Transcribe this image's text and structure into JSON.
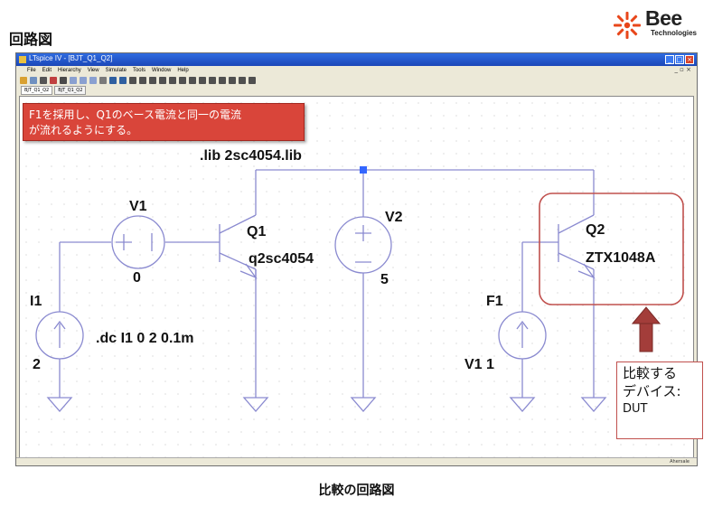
{
  "slide": {
    "title": "回路図",
    "caption": "比較の回路図"
  },
  "logo": {
    "word": "Bee",
    "sub": "Technologies",
    "accent_color": "#e8461a"
  },
  "window": {
    "title": "LTspice IV - [BJT_Q1_Q2]",
    "menu": [
      "File",
      "Edit",
      "Hierarchy",
      "View",
      "Simulate",
      "Tools",
      "Window",
      "Help"
    ],
    "tabs": [
      "BJT_Q1_Q2",
      "BJT_Q1_Q2"
    ],
    "status": "Ahersale"
  },
  "note": {
    "line1": "F1を採用し、Q1のベース電流と同一の電流",
    "line2": "が流れるようにする。"
  },
  "callout": {
    "line1": "比較する",
    "line2": "デバイス:",
    "line3": "DUT"
  },
  "schematic": {
    "directive_lib": ".lib 2sc4054.lib",
    "directive_dc": ".dc I1 0 2 0.1m",
    "v1_name": "V1",
    "v1_value": "0",
    "q1_name": "Q1",
    "q1_model": "q2sc4054",
    "v2_name": "V2",
    "v2_value": "5",
    "i1_name": "I1",
    "i1_value": "2",
    "q2_name": "Q2",
    "q2_model": "ZTX1048A",
    "f1_name": "F1",
    "f1_value": "V1 1",
    "wire_color": "#8a8ad0",
    "highlight_color": "#c0504d"
  }
}
